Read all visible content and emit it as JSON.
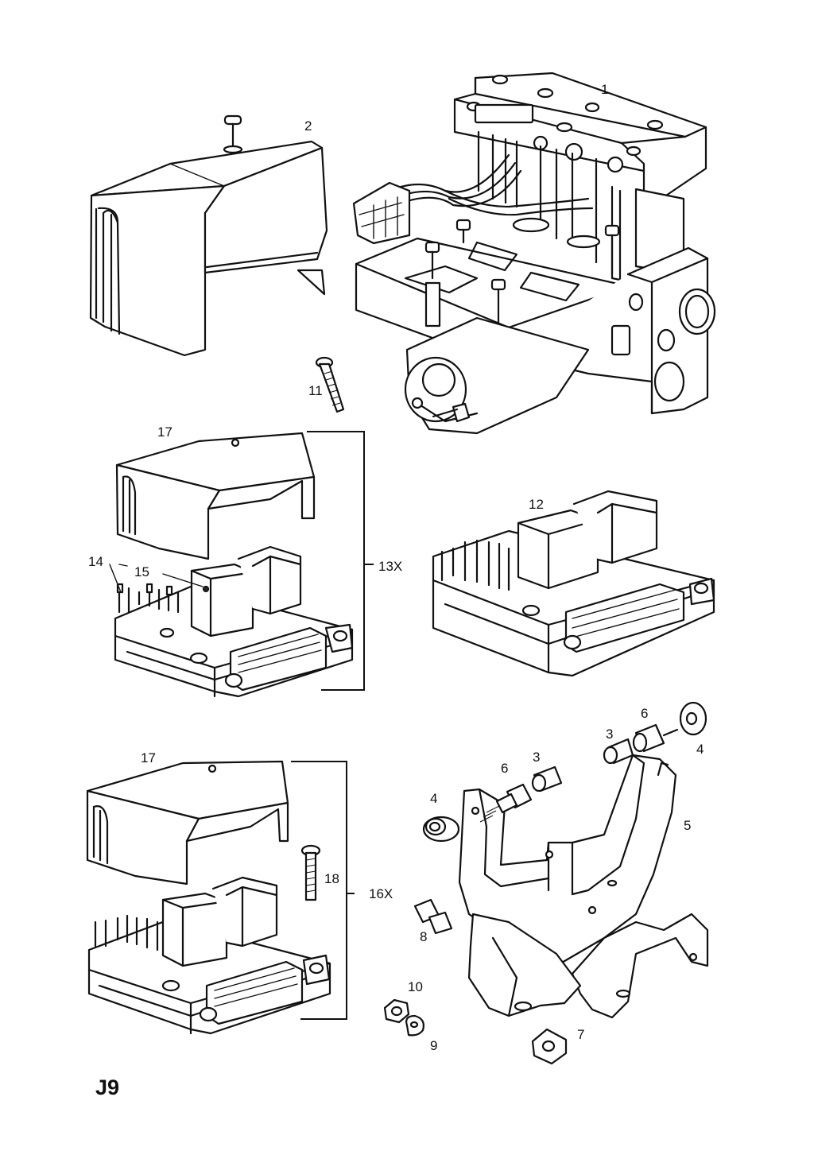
{
  "page_label": "J9",
  "callouts": {
    "c1": "1",
    "c2": "2",
    "c3a": "3",
    "c3b": "3",
    "c4a": "4",
    "c4b": "4",
    "c5": "5",
    "c6a": "6",
    "c6b": "6",
    "c7": "7",
    "c8": "8",
    "c9": "9",
    "c10": "10",
    "c11": "11",
    "c12": "12",
    "c13x": "13X",
    "c14": "14",
    "c15": "15",
    "c16x": "16X",
    "c17a": "17",
    "c17b": "17",
    "c18": "18"
  }
}
